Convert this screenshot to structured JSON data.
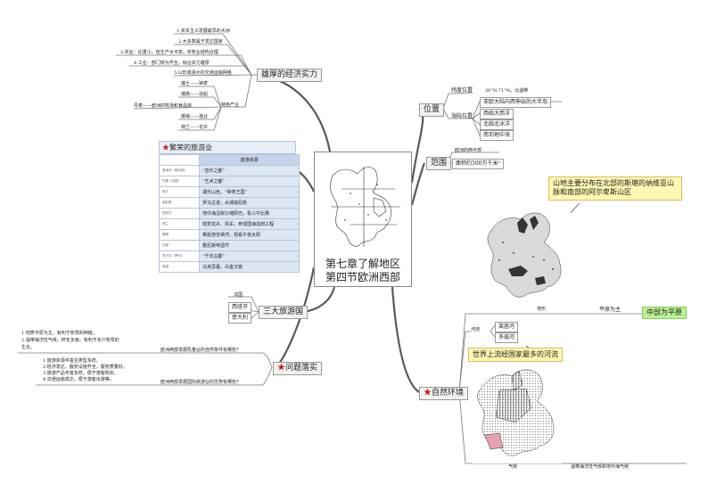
{
  "center": {
    "line1": "第七章了解地区",
    "line2": "第四节欧洲西部"
  },
  "economy": {
    "label": "雄厚的经济实力",
    "items": [
      "1.资本主义发展最早的大洲",
      "2.大多数属于发达国家",
      "3.农业：比重小，但生产水平高，农牧业结构合理",
      "4.工业：部门较为齐全，综合实力雄厚",
      "5.以形成强大的交通运输网络"
    ],
    "specialty_label": "特色产业",
    "specialties": [
      "瑞士——钟表",
      "瑞典——造船",
      "丹麦——欧洲的牧场和食品库",
      "挪威——渔业",
      "荷兰——花卉"
    ]
  },
  "tourism": {
    "title": "繁荣的旅游业",
    "header": "旅游资源",
    "rows": [
      {
        "country": "奥地利（维也纳）",
        "resource": "“音乐之都”"
      },
      {
        "country": "巴黎（法国）",
        "resource": "“艺术之都”"
      },
      {
        "country": "瑞士",
        "resource": "湖光山色，“钟表王国”"
      },
      {
        "country": "威尼斯",
        "resource": "罗马古迹，水城威尼斯"
      },
      {
        "country": "西班牙",
        "resource": "地中海沿岸沙滩阳光，看斗牛比赛"
      },
      {
        "country": "荷兰",
        "resource": "观赏花卉、风车，参观围海造田工程"
      },
      {
        "country": "挪威",
        "resource": "乘船游览峡湾，观看午夜太阳"
      },
      {
        "country": "法国",
        "resource": "雅尼斯啤酒节"
      },
      {
        "country": "意大利（罗马）",
        "resource": "“千年古都”"
      },
      {
        "country": "英国",
        "resource": "马克思墓，白金汉宫"
      }
    ]
  },
  "three_countries": {
    "label": "三大旅游国",
    "items": [
      "法国",
      "西班牙",
      "意大利"
    ]
  },
  "issues": {
    "label": "问题落实",
    "q1": "欧洲西部发展乳畜业的自然条件有哪些？",
    "a1": [
      "1.地势平原为主，有利于牧草的种植。",
      "2.温带海洋性气候，终年多雨，有利于多汁牧草的",
      "生长。"
    ],
    "q2": "欧洲西部发展国际旅游业的优势有哪些？",
    "a2": [
      "1.旅游资源丰富且类型多样。",
      "2.经济发达，服务设施齐全，服务质量好。",
      "3.旅游产品丰富多样，便于游客购买。",
      "4.交通运输发达，便于游客出游等。"
    ]
  },
  "location": {
    "label": "位置",
    "lat_label": "纬度位置",
    "lat_value": "36°N-71°N，北温带",
    "sea_label": "海陆位置",
    "seas": [
      "亚欧大陆向西伸出的大半岛",
      "西临大西洋",
      "北临北冰洋",
      "南到地中海"
    ]
  },
  "scope": {
    "label": "范围",
    "items": [
      "欧洲的西半部",
      "面积约500万千米²"
    ]
  },
  "nature": {
    "label": "自然环境",
    "terrain_label": "地形",
    "terrain_value": "平原为主",
    "terrain_note": "中部为平原",
    "mountain_note": "山地主要分布在北部的斯堪的纳维亚山脉和南部的阿尔卑斯山区",
    "river_label": "河流",
    "rivers": [
      "莱茵河",
      "多瑙河"
    ],
    "river_note": "世界上流经国家最多的河流",
    "climate_label": "气候",
    "climate_value": "温带海洋性气候和地中海气候"
  },
  "colors": {
    "line": "#595959",
    "callout": "#fff7b2",
    "green": "#b9f28f",
    "star": "#d01515"
  }
}
